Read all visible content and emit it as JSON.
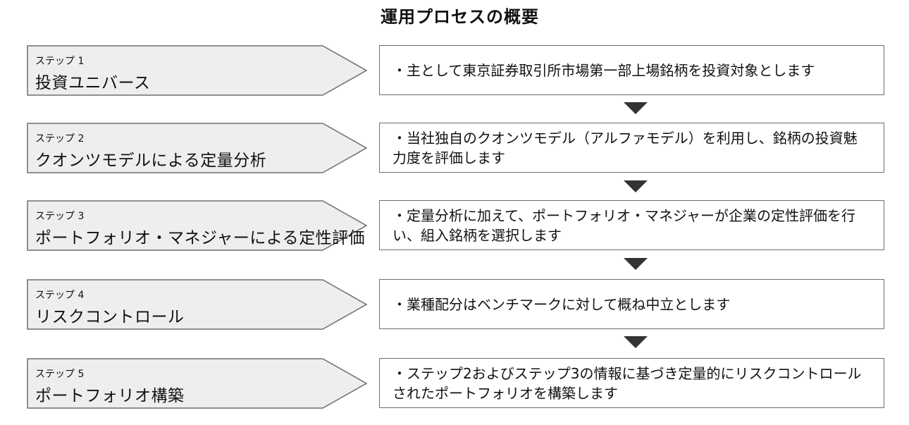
{
  "title": "運用プロセスの概要",
  "colors": {
    "chevron_fill": "#eeeeee",
    "chevron_stroke": "#6e6e6e",
    "box_stroke": "#6e6e6e",
    "arrow": "#333333"
  },
  "steps": [
    {
      "number": "ステップ 1",
      "name": "投資ユニバース",
      "description": "・主として東京証券取引所市場第一部上場銘柄を投資対象とします"
    },
    {
      "number": "ステップ 2",
      "name": "クオンツモデルによる定量分析",
      "description": "・当社独自のクオンツモデル（アルファモデル）を利用し、銘柄の投資魅\n力度を評価します"
    },
    {
      "number": "ステップ 3",
      "name": "ポートフォリオ・マネジャーによる定性評価",
      "description": "・定量分析に加えて、ポートフォリオ・マネジャーが企業の定性評価を行\nい、組入銘柄を選択します"
    },
    {
      "number": "ステップ 4",
      "name": "リスクコントロール",
      "description": "・業種配分はベンチマークに対して概ね中立とします"
    },
    {
      "number": "ステップ 5",
      "name": "ポートフォリオ構築",
      "description": "・ステップ2およびステップ3の情報に基づき定量的にリスクコントロール\nされたポートフォリオを構築します"
    }
  ]
}
